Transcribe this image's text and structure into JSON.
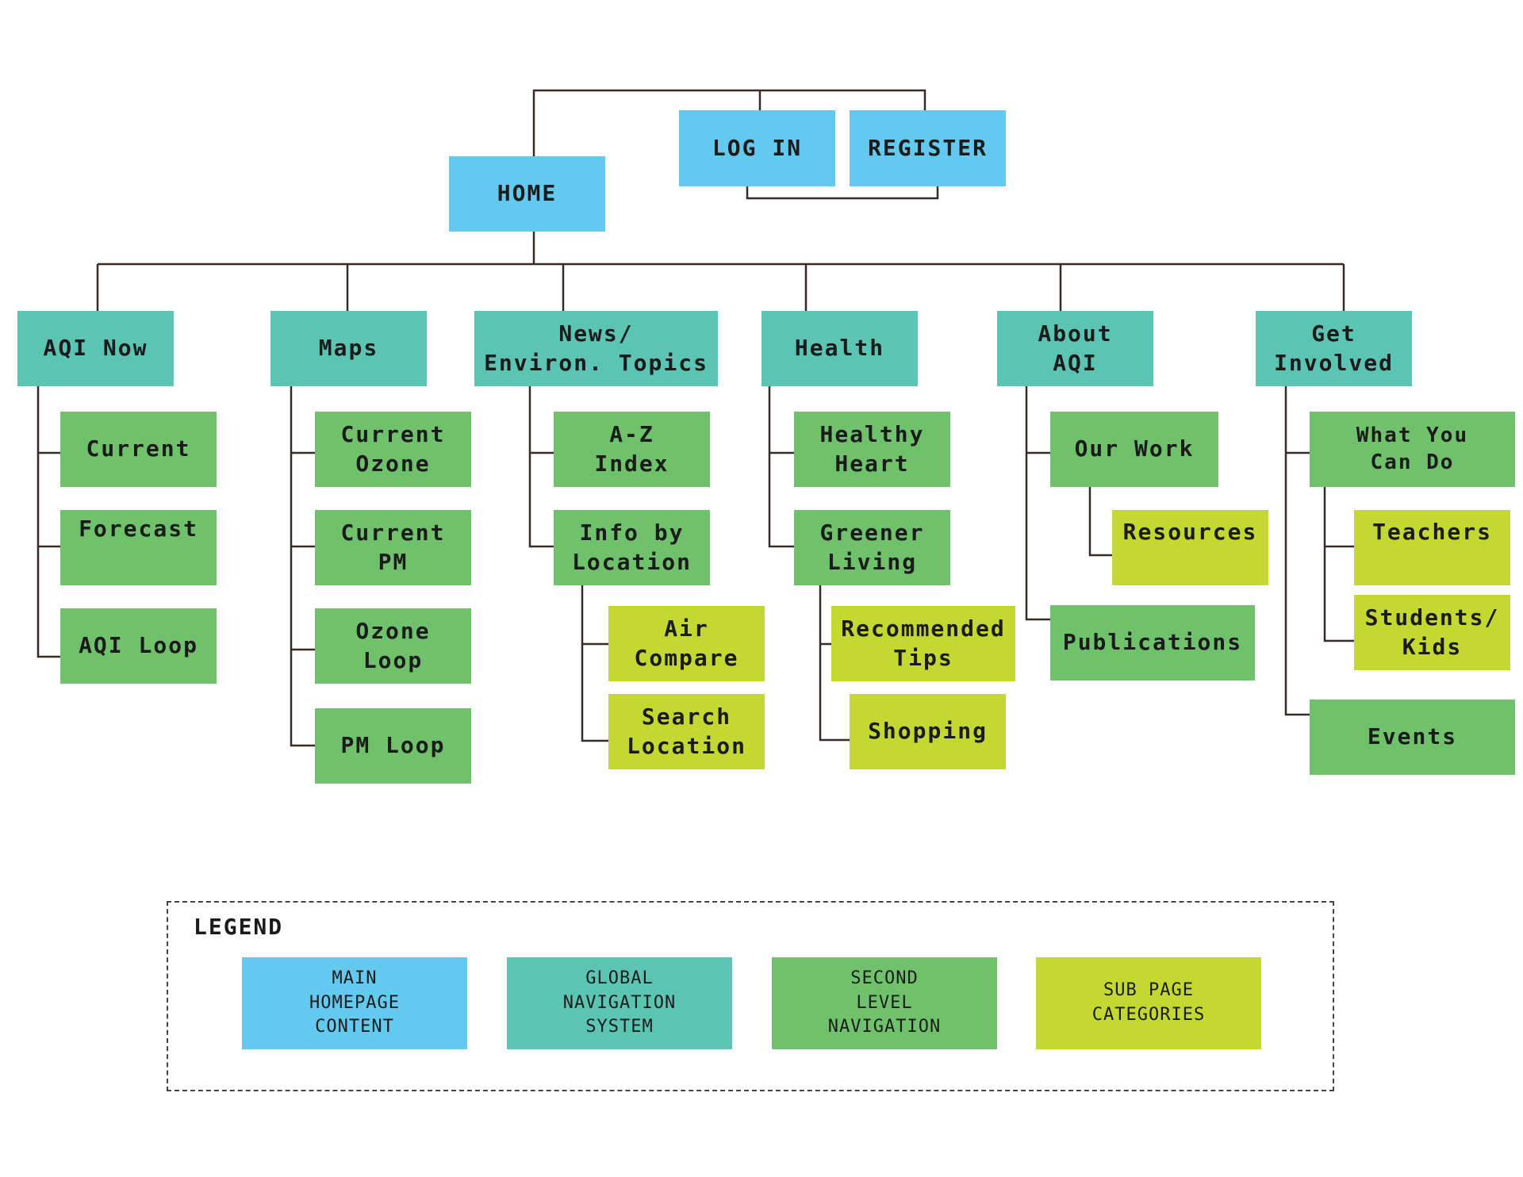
{
  "colors": {
    "main_homepage": "#63c9ef",
    "global_navigation": "#5cc4b2",
    "second_level": "#6fc26b",
    "sub_page": "#c3d932",
    "connector": "#3a2a2a"
  },
  "top": {
    "home": "HOME",
    "log_in": "LOG IN",
    "register": "REGISTER"
  },
  "nav": [
    {
      "label": "AQI Now",
      "children": [
        {
          "label": "Current"
        },
        {
          "label": "Forecast"
        },
        {
          "label": "AQI Loop"
        }
      ]
    },
    {
      "label": "Maps",
      "children": [
        {
          "label": "Current\nOzone"
        },
        {
          "label": "Current\nPM"
        },
        {
          "label": "Ozone\nLoop"
        },
        {
          "label": "PM Loop"
        }
      ]
    },
    {
      "label": "News/\nEnviron. Topics",
      "children": [
        {
          "label": "A-Z\nIndex"
        },
        {
          "label": "Info by\nLocation",
          "children": [
            {
              "label": "Air\nCompare"
            },
            {
              "label": "Search\nLocation"
            }
          ]
        }
      ]
    },
    {
      "label": "Health",
      "children": [
        {
          "label": "Healthy\nHeart"
        },
        {
          "label": "Greener\nLiving",
          "children": [
            {
              "label": "Recommended\nTips"
            },
            {
              "label": "Shopping"
            }
          ]
        }
      ]
    },
    {
      "label": "About\nAQI",
      "children": [
        {
          "label": "Our Work",
          "children": [
            {
              "label": "Resources"
            }
          ]
        },
        {
          "label": "Publications"
        }
      ]
    },
    {
      "label": "Get\nInvolved",
      "children": [
        {
          "label": "What You\nCan Do",
          "children": [
            {
              "label": "Teachers"
            },
            {
              "label": "Students/\nKids"
            }
          ]
        },
        {
          "label": "Events"
        }
      ]
    }
  ],
  "legend": {
    "title": "LEGEND",
    "items": [
      {
        "label": "MAIN\nHOMEPAGE\nCONTENT",
        "color": "#63c9ef"
      },
      {
        "label": "GLOBAL\nNAVIGATION\nSYSTEM",
        "color": "#5cc4b2"
      },
      {
        "label": "SECOND\nLEVEL\nNAVIGATION",
        "color": "#6fc26b"
      },
      {
        "label": "SUB PAGE\nCATEGORIES",
        "color": "#c3d932"
      }
    ]
  }
}
